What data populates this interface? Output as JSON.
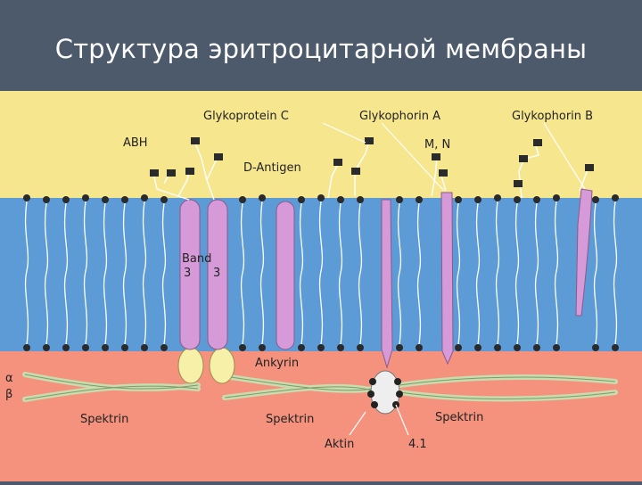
{
  "slide": {
    "title": "Структура эритроцитарной мембраны"
  },
  "diagram": {
    "colors": {
      "background": "#4d5a6b",
      "outside": "#f6e68e",
      "bilayer": "#5c9bd6",
      "cytoplasm": "#f4927e",
      "protein": "#d69ad9",
      "ankyrin": "#f6f0a8",
      "spectrin": "#c9dcae",
      "lipid_head": "#2b2b2b"
    },
    "labels": {
      "abh": "ABH",
      "glykoprotein_c": "Glykoprotein C",
      "glykophorin_a": "Glykophorin A",
      "glykophorin_b": "Glykophorin B",
      "mn": "M, N",
      "d_antigen": "D-Antigen",
      "band": "Band",
      "band_num_1": "3",
      "band_num_2": "3",
      "ankyrin": "Ankyrin",
      "alpha": "α",
      "beta": "β",
      "spektrin_1": "Spektrin",
      "spektrin_2": "Spektrin",
      "spektrin_3": "Spektrin",
      "aktin": "Aktin",
      "protein_41": "4.1"
    }
  }
}
